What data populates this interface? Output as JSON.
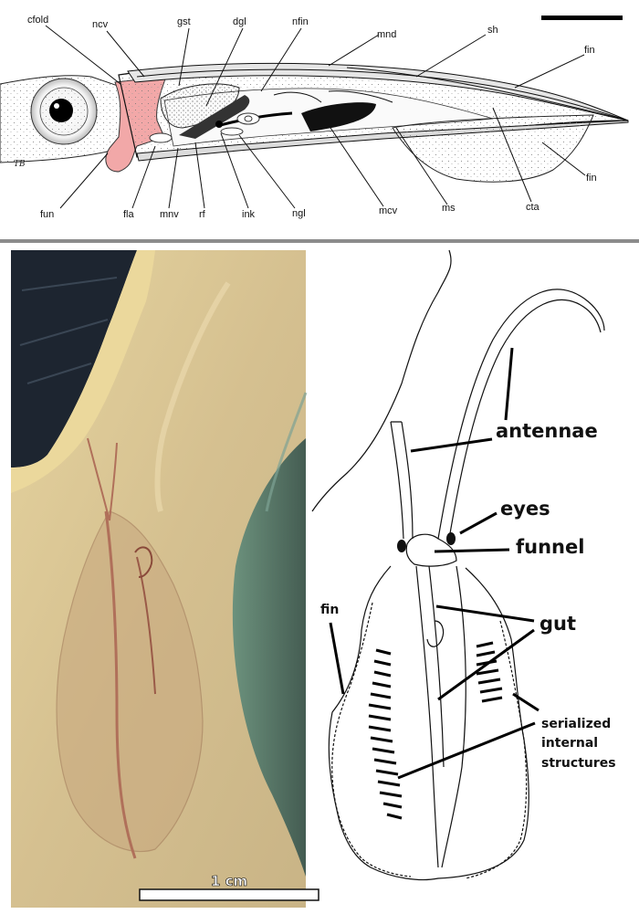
{
  "top_diagram": {
    "signature": "TB",
    "labels": {
      "cfold": "cfold",
      "ncv": "ncv",
      "gst": "gst",
      "dgl": "dgl",
      "nfin": "nfin",
      "mnd": "mnd",
      "sh": "sh",
      "fin_upper": "fin",
      "fin_lower": "fin",
      "fun": "fun",
      "fla": "fla",
      "mnv": "mnv",
      "rf": "rf",
      "ink": "ink",
      "ngl": "ngl",
      "mcv": "mcv",
      "ms": "ms",
      "cta": "cta"
    },
    "colors": {
      "funnel_highlight": "#f2a8a8"
    }
  },
  "fossil_photo": {
    "scale_bar_label": "1 cm",
    "colors": {
      "matrix": "#d8c594",
      "dark_rock": "#1d2530",
      "fossil": "#b0705a"
    }
  },
  "interpretive_drawing": {
    "labels": {
      "antennae": "antennae",
      "eyes": "eyes",
      "funnel": "funnel",
      "gut": "gut",
      "fin": "fin",
      "serialized_1": "serialized",
      "serialized_2": "internal",
      "serialized_3": "structures"
    }
  }
}
